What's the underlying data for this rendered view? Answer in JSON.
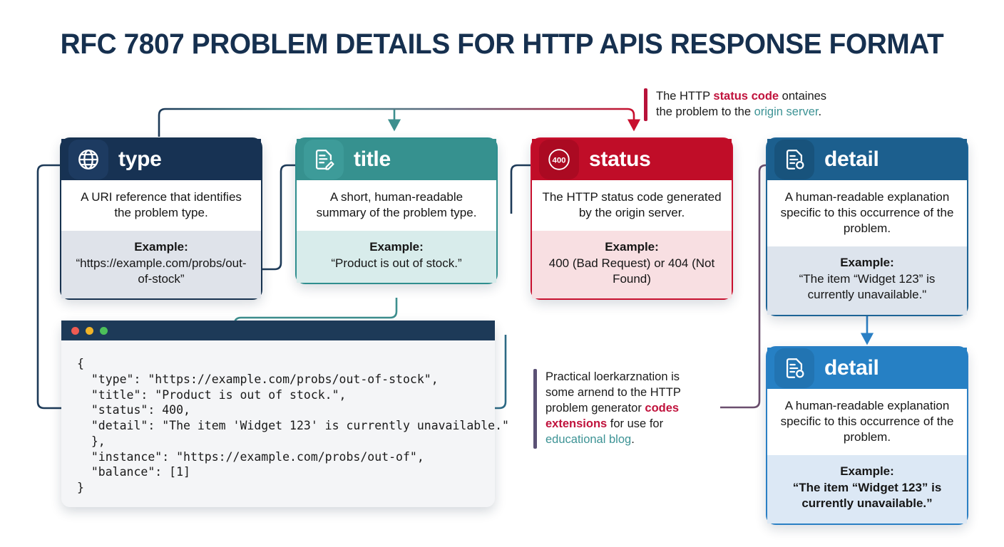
{
  "page": {
    "title": "RFC 7807 Problem Details for HTTP APIs Response Format",
    "background": "#ffffff"
  },
  "cards": [
    {
      "key": "type",
      "icon": "globe-icon",
      "label": "type",
      "description": "A URI reference that identifies the problem type.",
      "example_label": "Example:",
      "example_text": "“https://example.com/probs/out-of-stock”",
      "header_color": "#173253",
      "border_color": "#17324f",
      "example_bg": "#dfe3ea"
    },
    {
      "key": "title",
      "icon": "document-edit-icon",
      "label": "title",
      "description": "A short, human-readable summary of the problem type.",
      "example_label": "Example:",
      "example_text": "“Product is out of stock.”",
      "header_color": "#36918f",
      "border_color": "#2f8e8e",
      "example_bg": "#d8eceb"
    },
    {
      "key": "status",
      "icon": "status-400-icon",
      "icon_text": "400",
      "label": "status",
      "description": "The HTTP status code generated by the origin server.",
      "example_label": "Example:",
      "example_text": "400 (Bad Request) or 404 (Not Found)",
      "header_color": "#c00d28",
      "border_color": "#c8102e",
      "example_bg": "#f8dfe2"
    },
    {
      "key": "detail-top",
      "icon": "document-info-icon",
      "label": "detail",
      "description": "A human-readable explanation specific to this occurrence of the problem.",
      "example_label": "Example:",
      "example_text": "“The item “Widget 123” is currently unavailable.\"",
      "header_color": "#1c5f8e",
      "border_color": "#1d6496",
      "example_bg": "#dde4ed"
    },
    {
      "key": "detail-bottom",
      "icon": "document-info-icon",
      "label": "detail",
      "description": "A human-readable explanation specific to this occurrence of the problem.",
      "example_label": "Example:",
      "example_text": "“The item “Widget 123” is currently unavailable.”",
      "header_color": "#2680c4",
      "border_color": "#2a7fc4",
      "example_bg": "#dce8f5"
    }
  ],
  "code_window": {
    "traffic_lights": [
      "red",
      "yellow",
      "green"
    ],
    "code": "{\n  \"type\": \"https://example.com/probs/out-of-stock\",\n  \"title\": \"Product is out of stock.\",\n  \"status\": 400,\n  \"detail\": \"The item 'Widget 123' is currently unavailable.\"\n  },\n  \"instance\": \"https://example.com/probs/out-of\",\n  \"balance\": [1]\n}"
  },
  "annotations": {
    "top": {
      "bar_color": "#b8123a",
      "segments": [
        {
          "text": "The HTTP ",
          "style": "plain"
        },
        {
          "text": "status code",
          "style": "red"
        },
        {
          "text": " ontaines the problem to the ",
          "style": "plain"
        },
        {
          "text": "origin server",
          "style": "teal"
        },
        {
          "text": ".",
          "style": "plain"
        }
      ]
    },
    "bottom": {
      "bar_color": "#5b5175",
      "segments": [
        {
          "text": "Practical loerkarznation is some arnend to the HTTP problem generator ",
          "style": "plain"
        },
        {
          "text": "codes extensions",
          "style": "red"
        },
        {
          "text": " for use for ",
          "style": "plain"
        },
        {
          "text": "educational blog",
          "style": "teal"
        },
        {
          "text": ".",
          "style": "plain"
        }
      ]
    }
  },
  "connector_colors": {
    "navy": "#1d3a58",
    "teal": "#3d8f8e",
    "red": "#c8102e",
    "blue": "#2a7fc4",
    "purple": "#6b4f6e"
  }
}
